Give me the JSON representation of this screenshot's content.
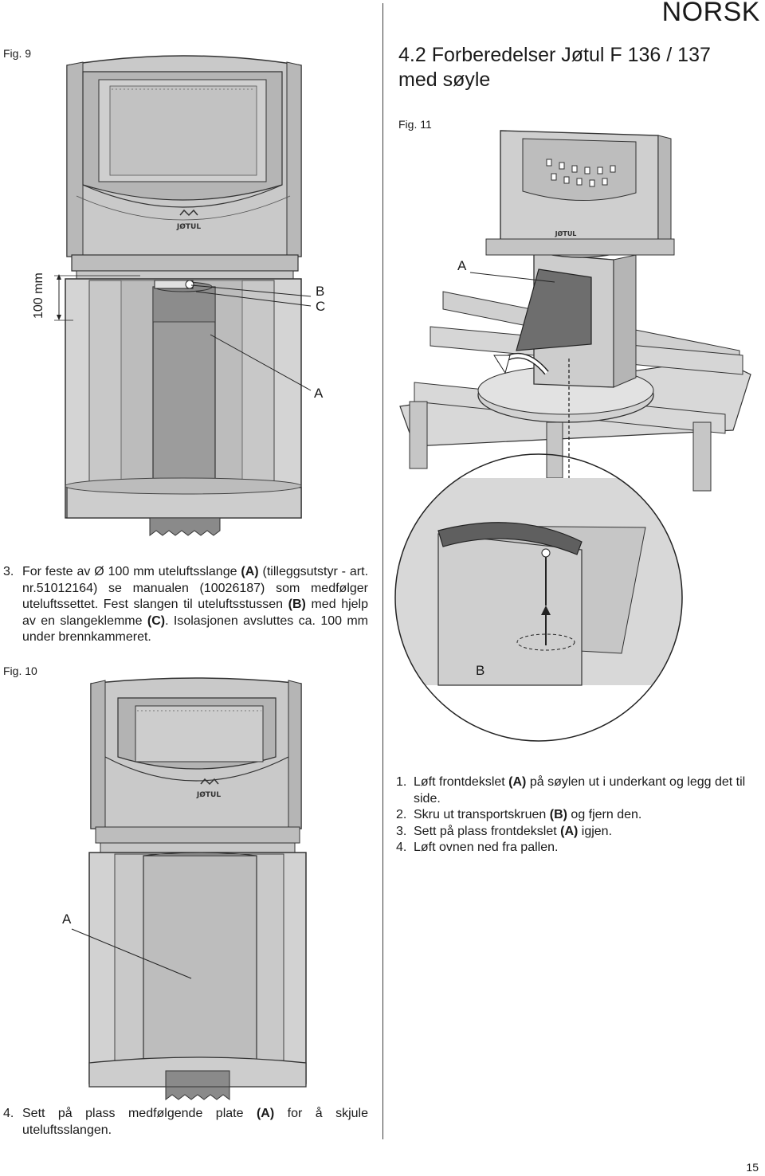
{
  "header": {
    "language": "NORSK"
  },
  "section": {
    "title": "4.2 Forberedelser Jøtul F 136 / 137 med søyle"
  },
  "figures": {
    "fig9": {
      "label": "Fig. 9",
      "dimension": "100 mm",
      "callouts": {
        "b": "B",
        "c": "C",
        "a": "A"
      },
      "brand": "JØTUL"
    },
    "fig10": {
      "label": "Fig. 10",
      "callouts": {
        "a": "A"
      },
      "brand": "JØTUL"
    },
    "fig11": {
      "label": "Fig. 11",
      "callouts": {
        "a": "A",
        "b": "B"
      },
      "brand": "JØTUL"
    }
  },
  "paragraph3": {
    "number": "3.",
    "text_1": "For feste av Ø 100 mm uteluftsslange ",
    "a": "(A)",
    "text_2": " (tilleggsutstyr - art. nr.51012164) se manualen (10026187) som medfølger uteluftssettet. Fest slangen til uteluftsstussen ",
    "b": "(B)",
    "text_3": " med hjelp av en slangeklemme ",
    "c": "(C)",
    "text_4": ". Isolasjonen avsluttes ca. 100 mm under brennkammeret."
  },
  "paragraph4": {
    "number": "4.",
    "text_1": "Sett på plass medfølgende plate ",
    "a": "(A)",
    "text_2": " for å skjule uteluftsslangen."
  },
  "steps": [
    {
      "num": "1.",
      "text_1": "Løft frontdekslet ",
      "bold": "(A)",
      "text_2": " på søylen ut i underkant og legg det til side."
    },
    {
      "num": "2.",
      "text_1": "Skru ut transportskruen ",
      "bold": "(B)",
      "text_2": " og fjern den."
    },
    {
      "num": "3.",
      "text_1": "Sett på plass frontdekslet ",
      "bold": "(A)",
      "text_2": " igjen."
    },
    {
      "num": "4.",
      "text_1": "Løft ovnen ned fra pallen.",
      "bold": "",
      "text_2": ""
    }
  ],
  "page_number": "15"
}
